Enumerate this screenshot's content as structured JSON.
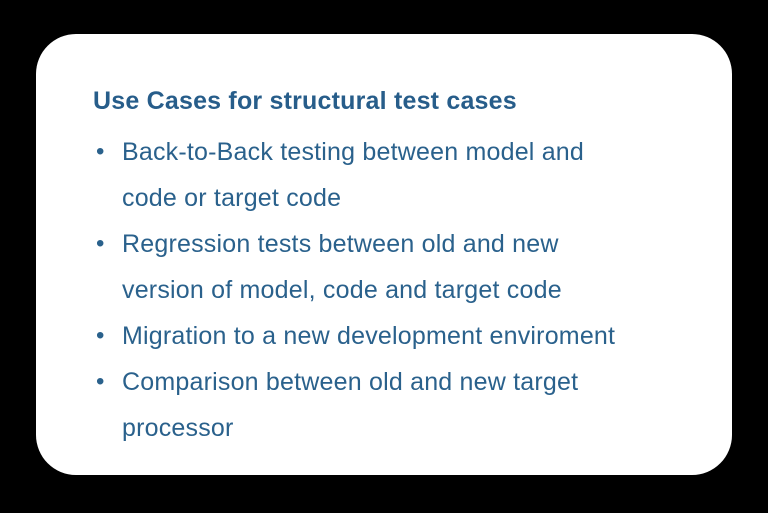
{
  "page": {
    "background_color": "#000000"
  },
  "card": {
    "background_color": "#ffffff",
    "text_color": "#2a618c",
    "title_color": "#275d8a",
    "title": "Use Cases for structural test cases",
    "bullet_glyph": "•",
    "bullets": [
      {
        "text": "Back-to-Back testing between model and code or target code",
        "lines": [
          "Back-to-Back testing between model and",
          "code or target code"
        ]
      },
      {
        "text": "Regression tests between old and new version of model, code and target code",
        "lines": [
          "Regression tests between old and new",
          "version of model, code and target code"
        ]
      },
      {
        "text": "Migration to a new development enviroment",
        "lines": [
          "Migration to a new development enviroment"
        ]
      },
      {
        "text": "Comparison between old and new target processor",
        "lines": [
          "Comparison between old and new target",
          "processor"
        ]
      }
    ]
  }
}
